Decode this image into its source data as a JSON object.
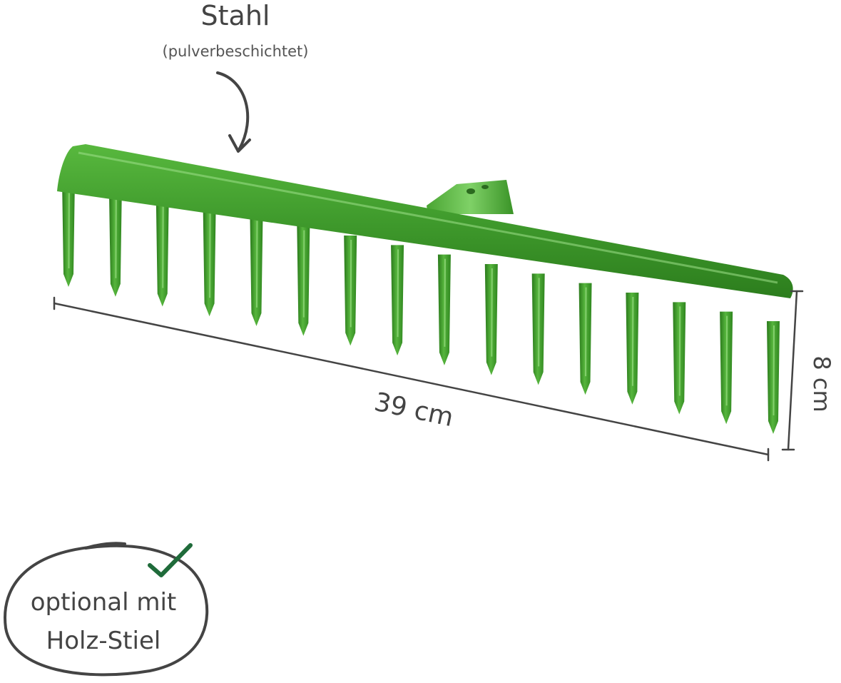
{
  "material": {
    "title": "Stahl",
    "subtitle": "(pulverbeschichtet)"
  },
  "dimensions": {
    "width_label": "39 cm",
    "height_label": "8 cm"
  },
  "option_badge": {
    "line1": "optional mit",
    "line2": "Holz-Stiel"
  },
  "colors": {
    "rake_green": "#3f9a2c",
    "rake_dark": "#247316",
    "check_green": "#1f6b3a",
    "annotation_gray": "#444444"
  },
  "icons": {
    "arrow": "curved-arrow-icon",
    "check": "checkmark-icon"
  },
  "rake": {
    "tine_count": 16
  }
}
